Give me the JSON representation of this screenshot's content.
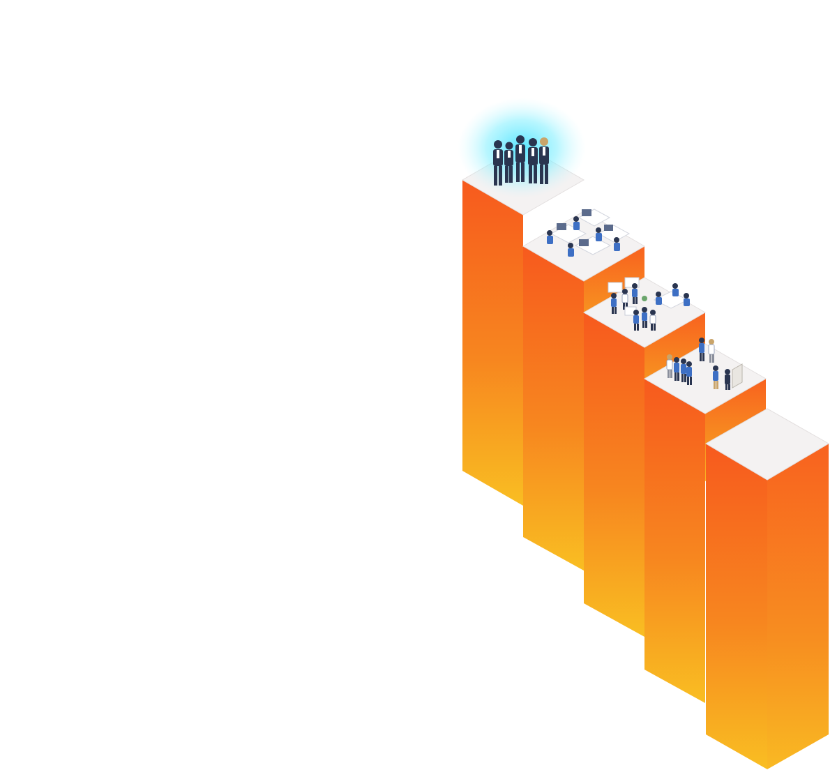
{
  "illustration": {
    "type": "isometric-steps",
    "step_count": 5,
    "colors": {
      "top_face": "#f4f2f2",
      "top_edge": "#e3dfdf",
      "gradient_top": "#f75a1e",
      "gradient_bottom": "#f9be22",
      "right_gradient_top": "#f8621f",
      "right_gradient_bottom": "#f9b923",
      "glow": "#4fe3ff",
      "suit": "#2a3550",
      "staff_shirt": "#3d6fc4",
      "desk": "#ffffff",
      "monitor": "#5b6b8c"
    },
    "steps": [
      {
        "scene": "executive-team"
      },
      {
        "scene": "office-workstations"
      },
      {
        "scene": "meeting-presentation"
      },
      {
        "scene": "team-standing"
      },
      {
        "scene": "empty"
      }
    ]
  }
}
